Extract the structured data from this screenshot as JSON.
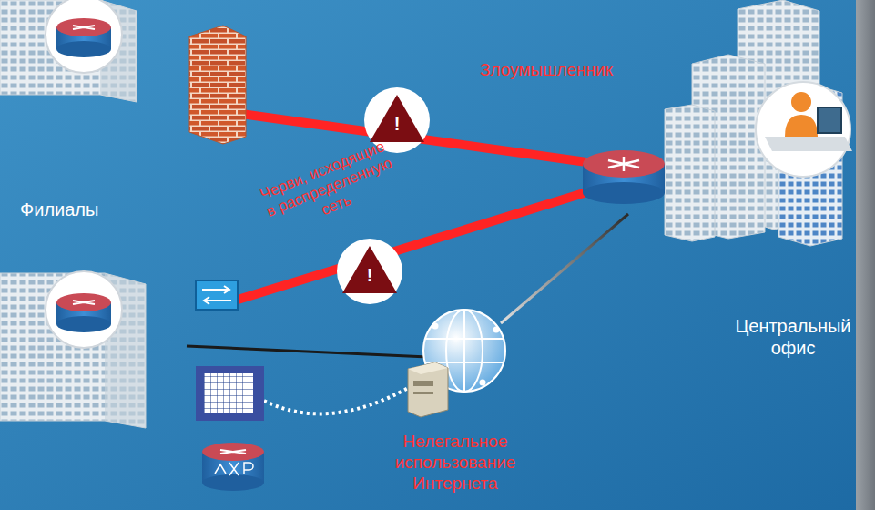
{
  "diagram": {
    "labels": [
      "Злоумышленник",
      "!",
      "!",
      "Черви, исходящие в распределенную сеть",
      "Филиалы",
      "Центральный офис",
      "Нелегальное использование Интернета"
    ]
  }
}
